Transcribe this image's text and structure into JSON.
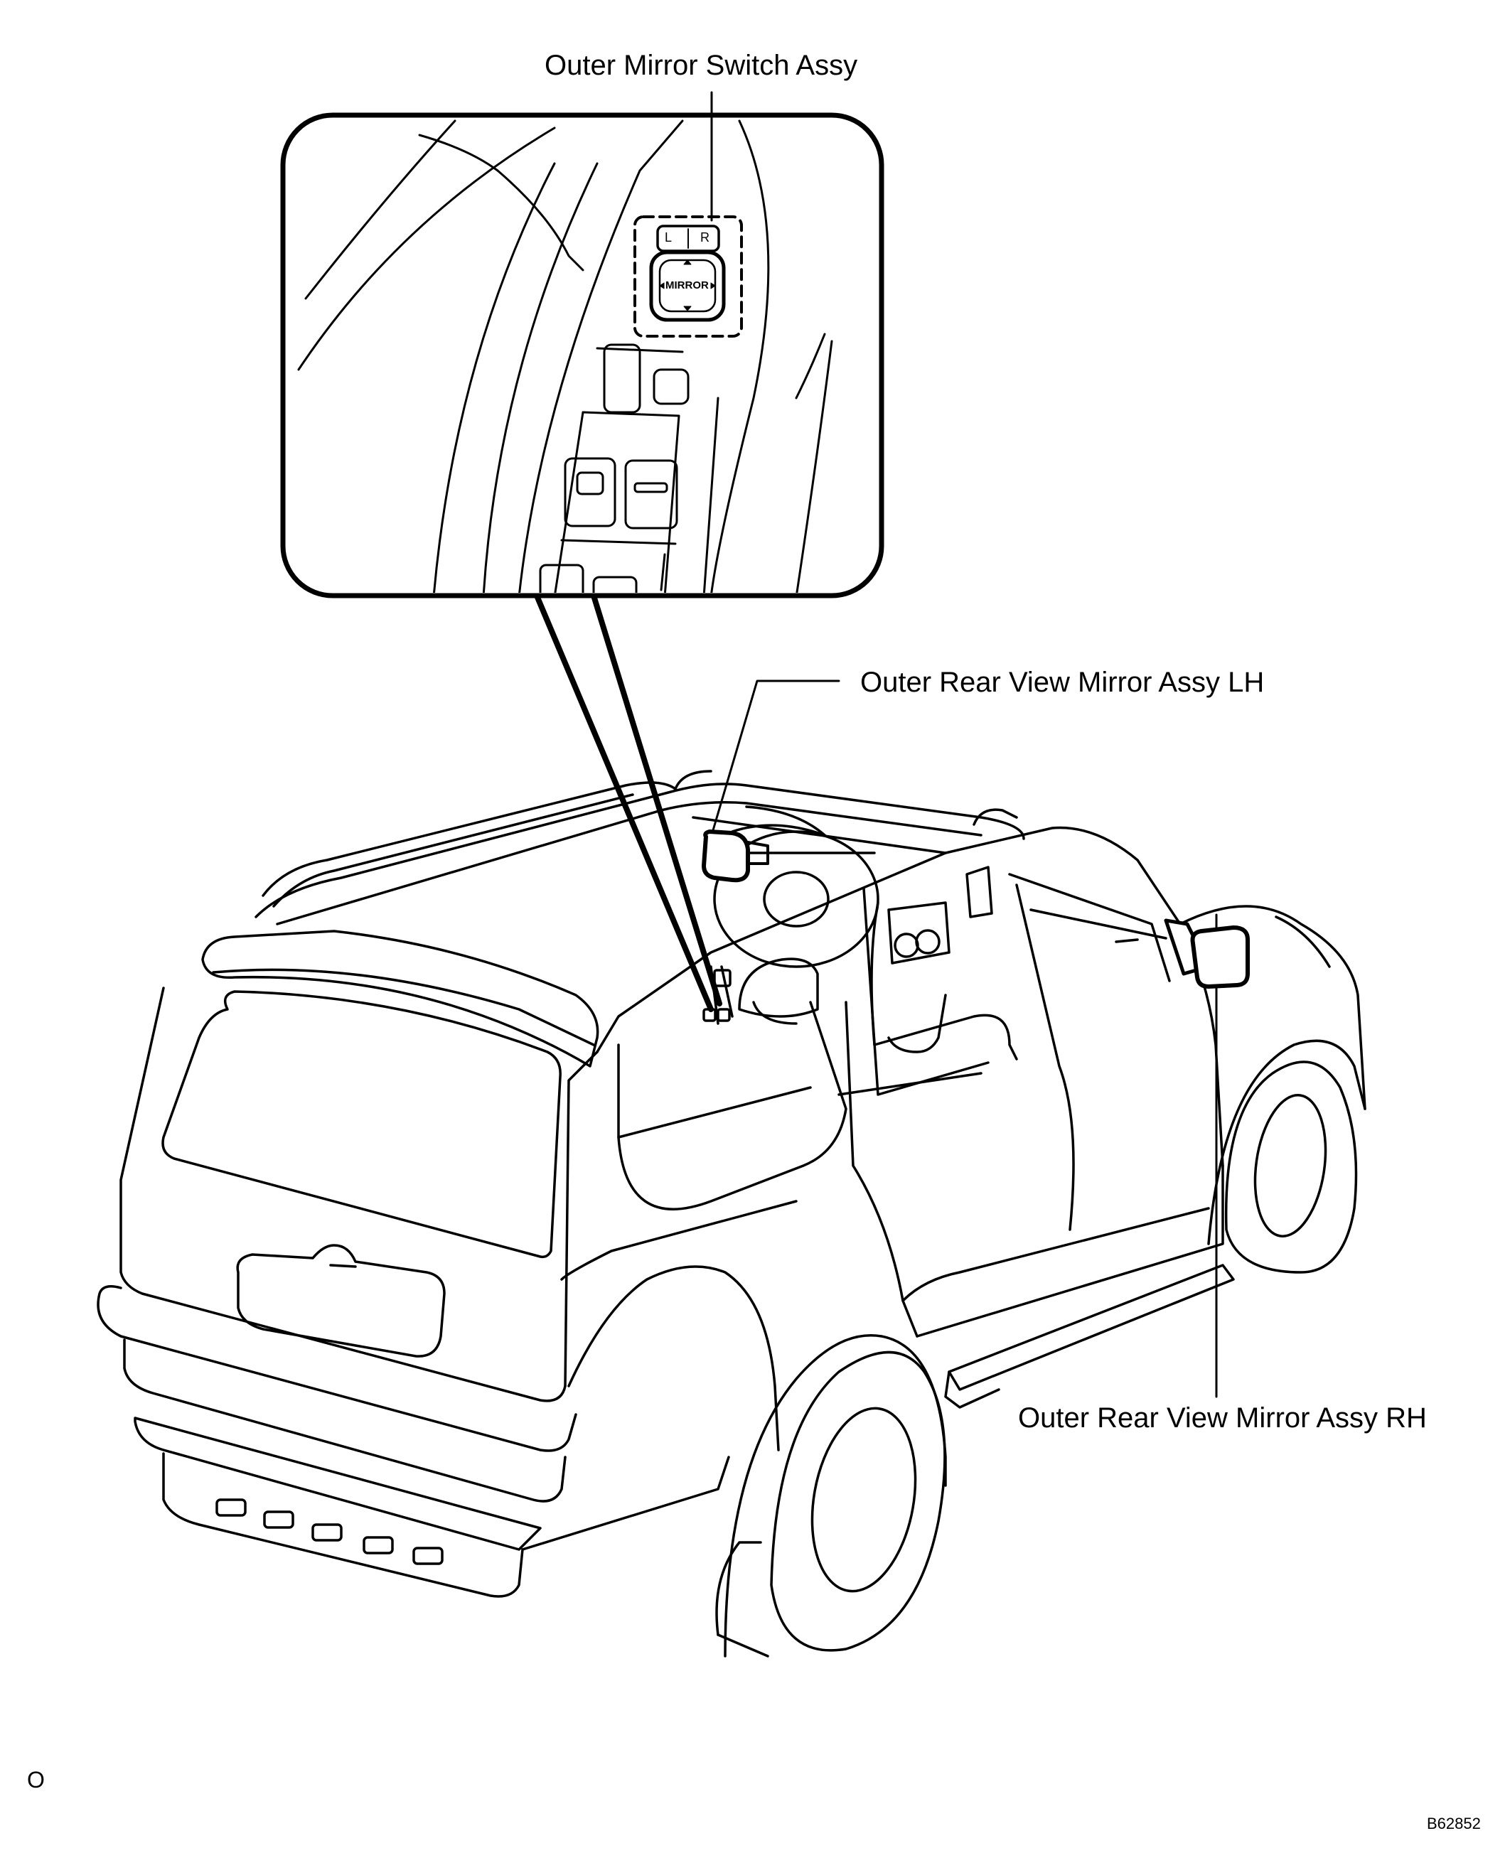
{
  "labels": {
    "switch": "Outer Mirror Switch Assy",
    "mirror_lh": "Outer Rear View Mirror Assy LH",
    "mirror_rh": "Outer Rear View Mirror Assy RH"
  },
  "switch_panel": {
    "selector_left": "L",
    "selector_right": "R",
    "knob_text": "MIRROR"
  },
  "corner_mark": "O",
  "figure_id": "B62852",
  "colors": {
    "ink": "#000000",
    "paper": "#ffffff"
  }
}
